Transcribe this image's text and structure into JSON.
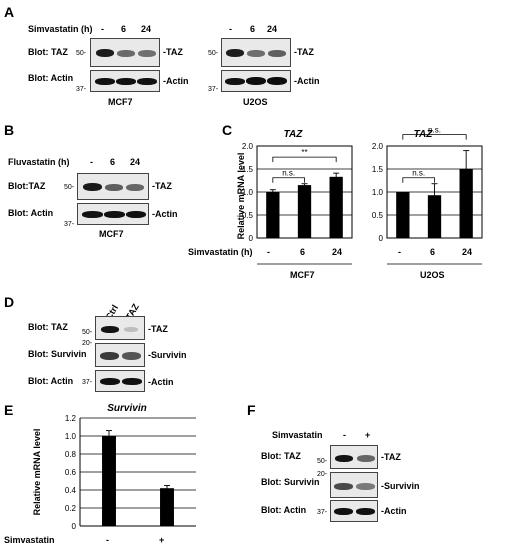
{
  "panel_a": {
    "letter": "A",
    "treatment": "Simvastatin (h)",
    "lanes": [
      "-",
      "6",
      "24"
    ],
    "blot_taz": "Blot: TAZ",
    "blot_actin": "Blot: Actin",
    "mw_50": "50-",
    "mw_37": "37-",
    "taz": "-TAZ",
    "actin": "-Actin",
    "cell_left": "MCF7",
    "cell_right": "U2OS"
  },
  "panel_b": {
    "letter": "B",
    "treatment": "Fluvastatin (h)",
    "lanes": [
      "-",
      "6",
      "24"
    ],
    "blot_taz": "Blot:TAZ",
    "blot_actin": "Blot: Actin",
    "mw_50": "50-",
    "mw_37": "37-",
    "taz": "-TAZ",
    "actin": "-Actin",
    "cell": "MCF7"
  },
  "panel_c": {
    "letter": "C",
    "treatment": "Simvastatin (h)",
    "lanes": [
      "-",
      "6",
      "24"
    ],
    "cell_left": "MCF7",
    "cell_right": "U2OS"
  },
  "panel_d": {
    "letter": "D",
    "lanes": [
      "siCtrl",
      "siTAZ"
    ],
    "blot_taz": "Blot: TAZ",
    "blot_survivin": "Blot: Survivin",
    "blot_actin": "Blot: Actin",
    "mw_50": "50-",
    "mw_20": "20-",
    "mw_37": "37-",
    "taz": "-TAZ",
    "survivin": "-Survivin",
    "actin": "-Actin"
  },
  "panel_e": {
    "letter": "E",
    "treatment": "Simvastatin",
    "lanes": [
      "-",
      "+"
    ]
  },
  "panel_f": {
    "letter": "F",
    "treatment": "Simvastatin",
    "lanes": [
      "-",
      "+"
    ],
    "blot_taz": "Blot: TAZ",
    "blot_survivin": "Blot: Survivin",
    "blot_actin": "Blot: Actin",
    "mw_50": "50-",
    "mw_20": "20-",
    "mw_37": "37-",
    "taz": "-TAZ",
    "survivin": "-Survivin",
    "actin": "-Actin"
  },
  "chart_data": [
    {
      "type": "bar",
      "title": "TAZ",
      "ylabel": "Relative mRNA level",
      "categories": [
        "-",
        "6",
        "24"
      ],
      "values": [
        1.0,
        1.15,
        1.33
      ],
      "errors": [
        0.05,
        0.03,
        0.08
      ],
      "ylim": [
        0,
        2.0
      ],
      "yticks": [
        "0",
        "0.5",
        "1.0",
        "1.5",
        "2.0"
      ],
      "grid": true,
      "annotations": [
        {
          "from": "-",
          "to": "6",
          "text": "n.s."
        },
        {
          "from": "-",
          "to": "24",
          "text": "**"
        }
      ]
    },
    {
      "type": "bar",
      "title": "TAZ",
      "categories": [
        "-",
        "6",
        "24"
      ],
      "values": [
        1.0,
        0.93,
        1.5
      ],
      "errors": [
        0.0,
        0.25,
        0.4
      ],
      "ylim": [
        0,
        2.0
      ],
      "yticks": [
        "0",
        "0.5",
        "1.0",
        "1.5",
        "2.0"
      ],
      "grid": true,
      "annotations": [
        {
          "from": "-",
          "to": "6",
          "text": "n.s."
        },
        {
          "from": "-",
          "to": "24",
          "text": "n.s."
        }
      ]
    },
    {
      "type": "bar",
      "title": "Survivin",
      "ylabel": "Relative mRNA level",
      "categories": [
        "-",
        "+"
      ],
      "values": [
        1.0,
        0.42
      ],
      "errors": [
        0.06,
        0.03
      ],
      "ylim": [
        0,
        1.2
      ],
      "yticks": [
        "0",
        "0.2",
        "0.4",
        "0.6",
        "0.8",
        "1.0",
        "1.2"
      ],
      "grid": true
    }
  ]
}
